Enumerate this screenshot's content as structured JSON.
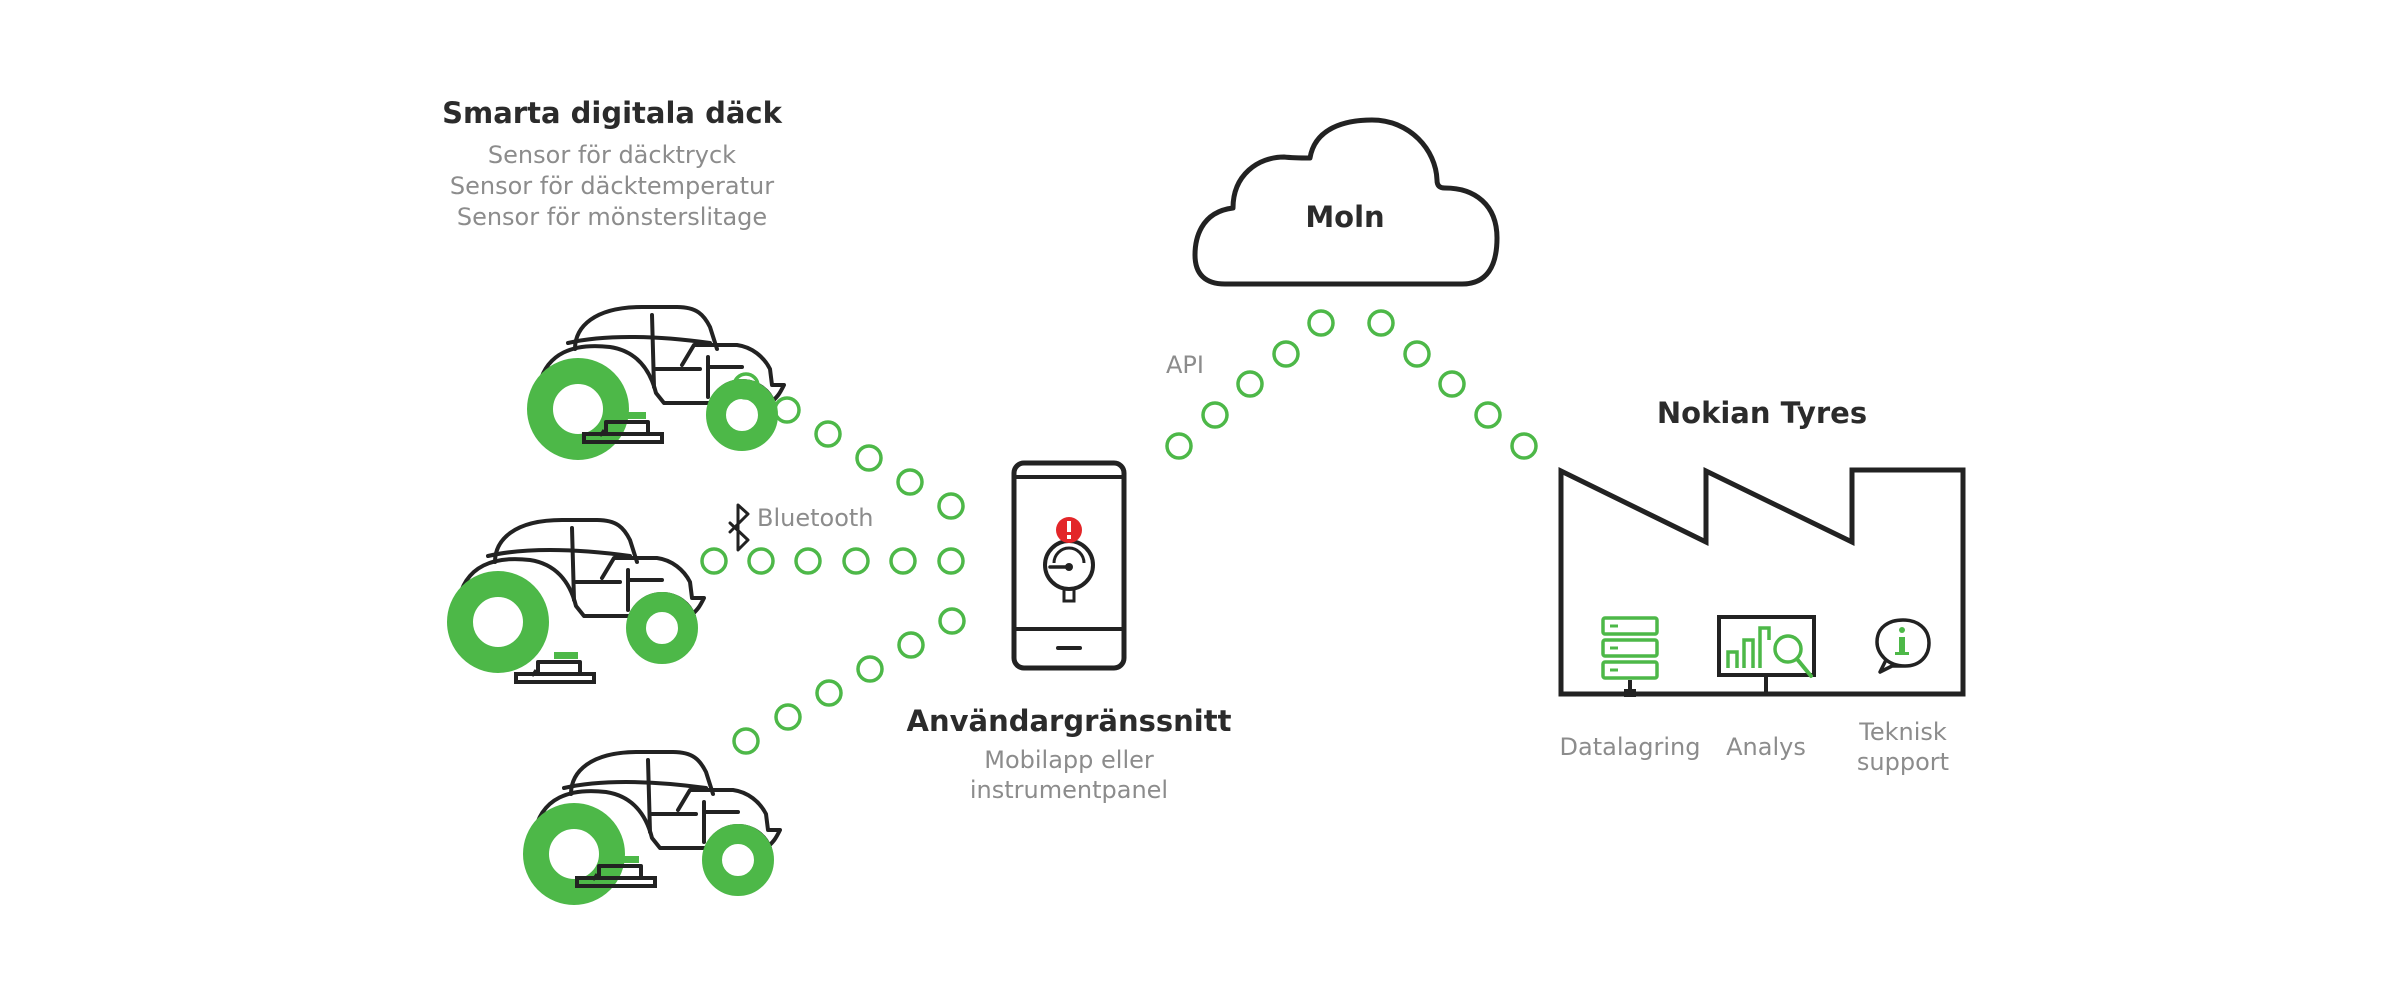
{
  "tires": {
    "title": "Smarta digitala däck",
    "sensors": [
      "Sensor för däcktryck",
      "Sensor för däcktemperatur",
      "Sensor för mönsterslitage"
    ]
  },
  "bluetooth": {
    "label": "Bluetooth"
  },
  "interface": {
    "title": "Användargränssnitt",
    "subtitle_lines": [
      "Mobilapp eller",
      "instrumentpanel"
    ]
  },
  "cloud": {
    "label": "Moln"
  },
  "api": {
    "label": "API"
  },
  "nokian": {
    "title": "Nokian Tyres",
    "services": [
      "Datalagring",
      "Analys"
    ],
    "support_lines": [
      "Teknisk",
      "support"
    ]
  },
  "colors": {
    "green": "#4db848",
    "dark": "#222222",
    "gray": "#8c8c8c",
    "alert": "#e32629"
  },
  "icons": [
    "tractor-icon",
    "sensor-icon",
    "bluetooth-icon",
    "smartphone-icon",
    "gauge-icon",
    "alert-icon",
    "cloud-icon",
    "factory-icon",
    "server-icon",
    "analytics-icon",
    "info-bubble-icon"
  ]
}
